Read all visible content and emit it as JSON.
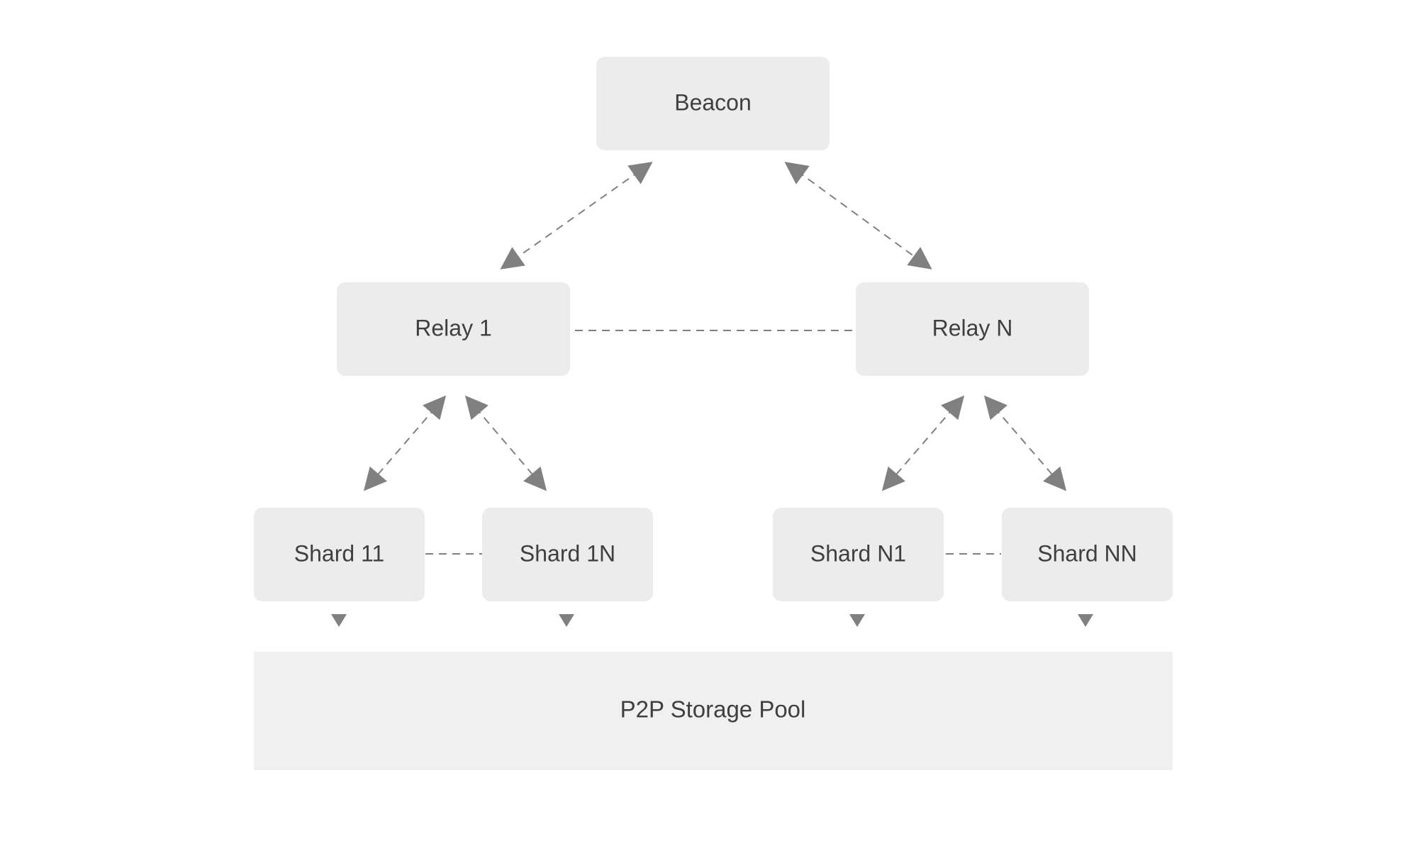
{
  "diagram": {
    "nodes": {
      "beacon": "Beacon",
      "relay_1": "Relay 1",
      "relay_n": "Relay N",
      "shard_11": "Shard 11",
      "shard_1n": "Shard 1N",
      "shard_n1": "Shard N1",
      "shard_nn": "Shard NN"
    },
    "storage_pool": "P2P Storage Pool"
  },
  "colors": {
    "node_fill": "#ececec",
    "pool_fill": "#f0f0f0",
    "text": "#3f3f3f",
    "connector": "#808080"
  }
}
